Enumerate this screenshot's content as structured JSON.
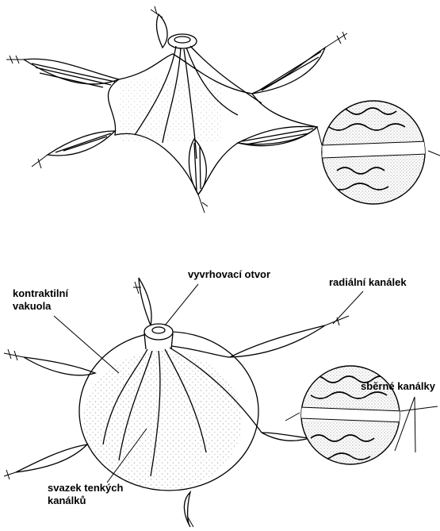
{
  "figure": {
    "labels": {
      "contractile_vacuole": [
        "kontraktilní",
        "vakuola"
      ],
      "expulsion_pore": "vyvrhovací otvor",
      "radial_canal": "radiální kanálek",
      "collecting_canals": "sběrné kanálky",
      "bundle_of_thin_canals": [
        "svazek tenkých",
        "kanálků"
      ]
    },
    "colors": {
      "ink": "#000000",
      "paper": "#ffffff",
      "stipple": "#555555"
    }
  }
}
